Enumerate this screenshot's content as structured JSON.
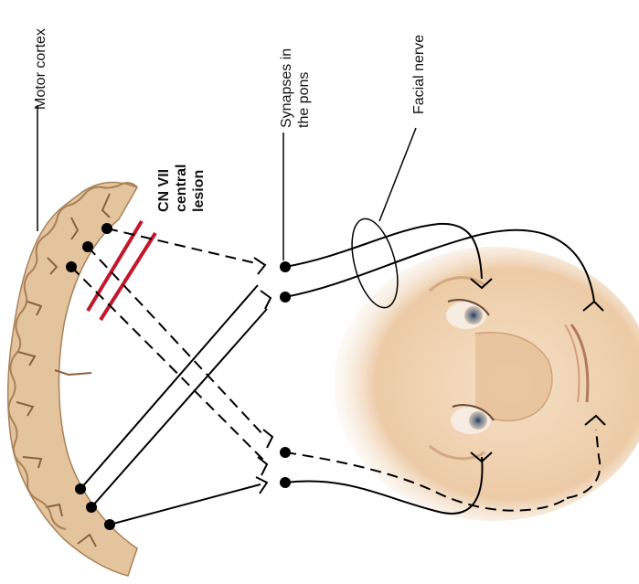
{
  "labels": {
    "motor_cortex": "Motor cortex",
    "synapses_line1": "Synapses in",
    "synapses_line2": "the pons",
    "facial_nerve": "Facial nerve",
    "lesion_line1": "CN VII",
    "lesion_line2": "central",
    "lesion_line3": "lesion"
  },
  "colors": {
    "cortex_fill": "#e6c6a0",
    "cortex_edge": "#b08860",
    "skin": "#f2d7b8",
    "skin_shadow": "#dcb48c",
    "lesion": "#c4162a",
    "ink": "#000000",
    "iris": "#5f6f86"
  }
}
